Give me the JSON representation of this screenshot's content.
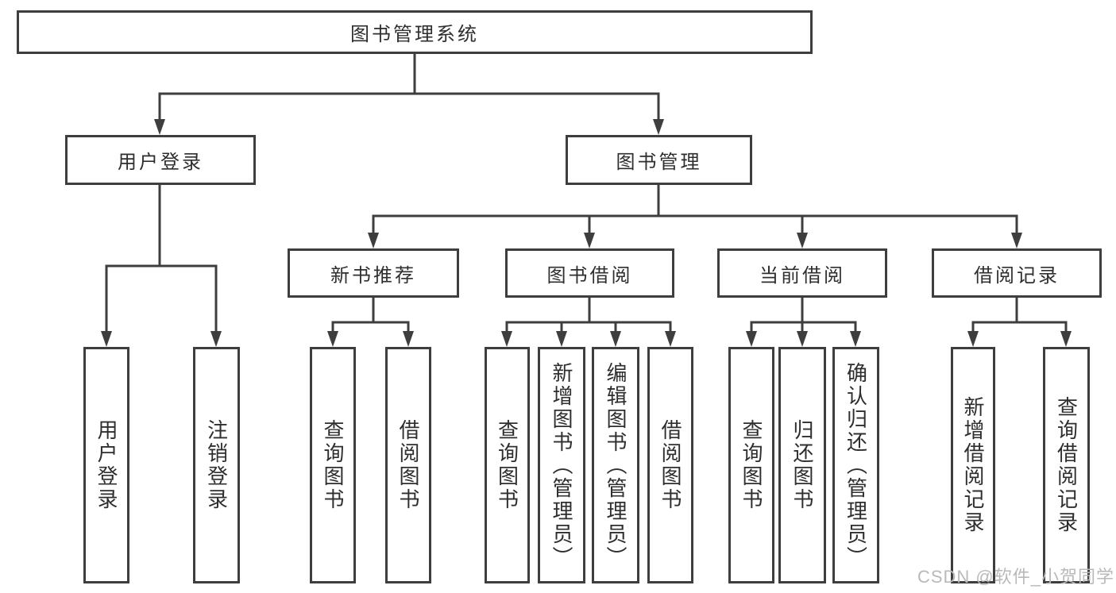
{
  "tree": {
    "root": {
      "label": "图书管理系统"
    },
    "branches": [
      {
        "label": "用户登录",
        "children": [
          {
            "label": "用户登录"
          },
          {
            "label": "注销登录"
          }
        ]
      },
      {
        "label": "图书管理",
        "children": [
          {
            "label": "新书推荐",
            "children": [
              {
                "label": "查询图书"
              },
              {
                "label": "借阅图书"
              }
            ]
          },
          {
            "label": "图书借阅",
            "children": [
              {
                "label": "查询图书"
              },
              {
                "label": "新增图书（管理员）"
              },
              {
                "label": "编辑图书（管理员）"
              },
              {
                "label": "借阅图书"
              }
            ]
          },
          {
            "label": "当前借阅",
            "children": [
              {
                "label": "查询图书"
              },
              {
                "label": "归还图书"
              },
              {
                "label": "确认归还（管理员）"
              }
            ]
          },
          {
            "label": "借阅记录",
            "children": [
              {
                "label": "新增借阅记录"
              },
              {
                "label": "查询借阅记录"
              }
            ]
          }
        ]
      }
    ]
  },
  "watermark": {
    "text": "CSDN @软件_小贺同学"
  },
  "colors": {
    "line": "#3e3e3e",
    "text": "#2e2e2e",
    "watermark": "#b9b9b9",
    "background": "#ffffff"
  }
}
